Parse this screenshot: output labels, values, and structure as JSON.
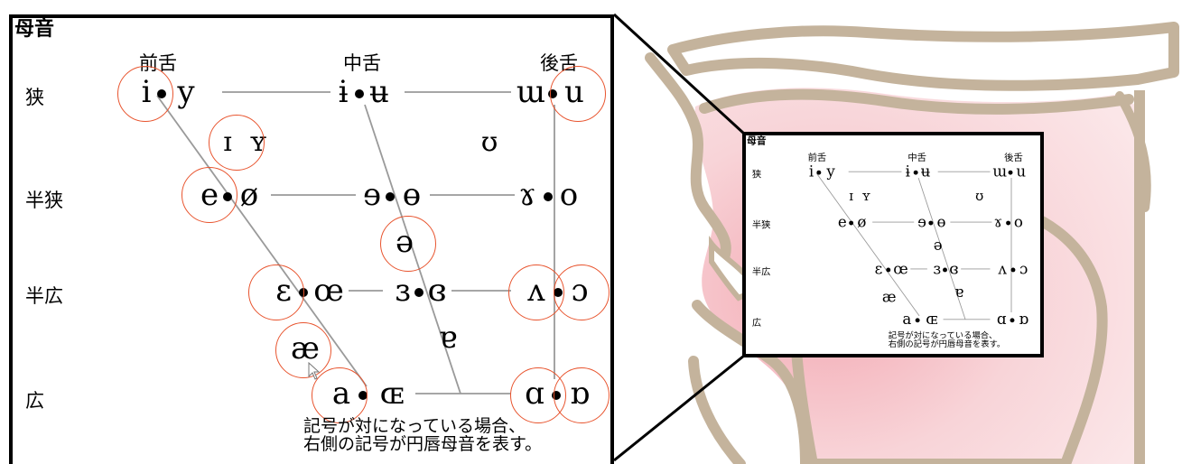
{
  "chart": {
    "title": "母音",
    "columns": [
      "前舌",
      "中舌",
      "後舌"
    ],
    "rows": [
      "狭",
      "半狭",
      "半広",
      "広"
    ],
    "note_line1": "記号が対になっている場合、",
    "note_line2": "右側の記号が円唇母音を表す。"
  },
  "vowels": {
    "i": "i",
    "y": "y",
    "i_bar": "ɨ",
    "u_bar": "ʉ",
    "turned_m": "ɯ",
    "u": "u",
    "small_i": "ɪ",
    "small_y": "ʏ",
    "upsilon": "ʊ",
    "e": "e",
    "o_slash": "ø",
    "rev_e": "ɘ",
    "o_bar": "ɵ",
    "ram_horns": "ɤ",
    "o": "o",
    "schwa": "ə",
    "epsilon": "ɛ",
    "oe": "œ",
    "rev_epsilon": "ɜ",
    "closed_rev_epsilon": "ɞ",
    "turned_v": "ʌ",
    "open_o": "ɔ",
    "ash": "æ",
    "turned_a": "ɐ",
    "a": "a",
    "oe_cap": "ɶ",
    "script_a": "ɑ",
    "turned_script_a": "ɒ"
  },
  "colors": {
    "highlight": "#e8542e",
    "mouth_fill": "#f6c9cd",
    "mouth_outline": "#c4b39c",
    "grid_line": "#9a9a9a"
  }
}
